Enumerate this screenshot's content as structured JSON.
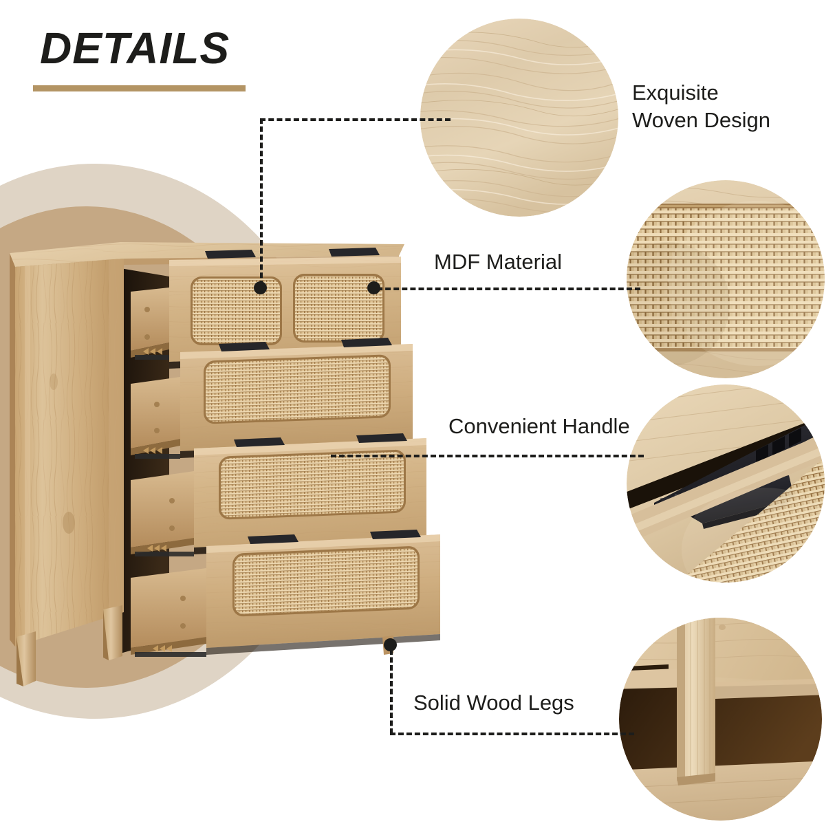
{
  "header": {
    "title": "DETAILS",
    "rule_color": "#b39464"
  },
  "theme": {
    "text_color": "#1d1d1b",
    "background": "#ffffff",
    "ellipse_outer": "#dfd4c5",
    "ellipse_inner": "#c5a884",
    "wood_light": "#e3c9a3",
    "wood_mid": "#caa876",
    "wood_dark": "#9a7344",
    "rattan_light": "#e8d3ac",
    "rattan_dark": "#b8935f",
    "handle_black": "#26262a",
    "cavity_dark": "#2b1d10"
  },
  "callouts": [
    {
      "id": "woven-design",
      "label": "Exquisite\nWoven Design",
      "circle": "wood-grain-closeup",
      "connector": "elbow-up-right"
    },
    {
      "id": "mdf-material",
      "label": "MDF Material",
      "circle": "rattan-weave-closeup",
      "connector": "straight-right"
    },
    {
      "id": "convenient-handle",
      "label": "Convenient Handle",
      "circle": "black-bar-handle-closeup",
      "connector": "straight-right"
    },
    {
      "id": "solid-wood-legs",
      "label": "Solid Wood Legs",
      "circle": "wood-leg-closeup",
      "connector": "elbow-down-right"
    }
  ],
  "product": {
    "name": "4-drawer rattan chest of drawers",
    "drawer_count": 4,
    "top_drawer_panels": 2,
    "handle_style": "black metal bar",
    "leg_style": "solid wood tapered legs"
  }
}
